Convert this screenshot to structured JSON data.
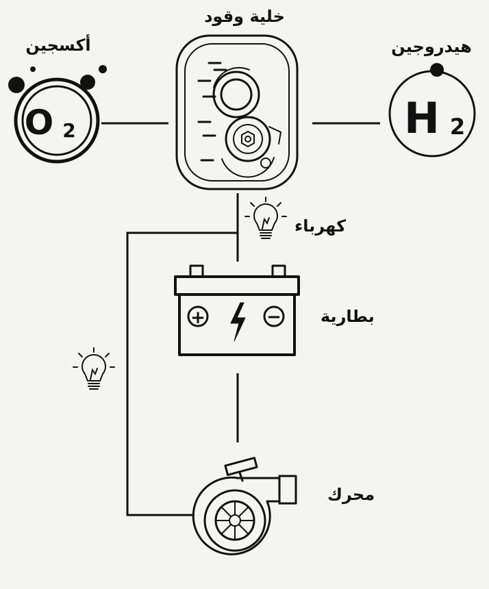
{
  "labels": {
    "fuel_cell": "خلية وقود",
    "oxygen": "أكسجين",
    "hydrogen": "هيدروجين",
    "electricity": "كهرباء",
    "battery": "بطارية",
    "motor": "محرك"
  },
  "symbols": {
    "oxygen": {
      "main": "O",
      "sub": "2"
    },
    "hydrogen": {
      "main": "H",
      "sub": "2"
    },
    "battery_plus": "+",
    "battery_minus": "−"
  },
  "icons": [
    "fuel-cell-icon",
    "oxygen-molecule-icon",
    "hydrogen-molecule-icon",
    "lightbulb-icon",
    "battery-icon",
    "motor-icon"
  ],
  "colors": {
    "line": "#111111",
    "background": "#f4f4f2"
  }
}
